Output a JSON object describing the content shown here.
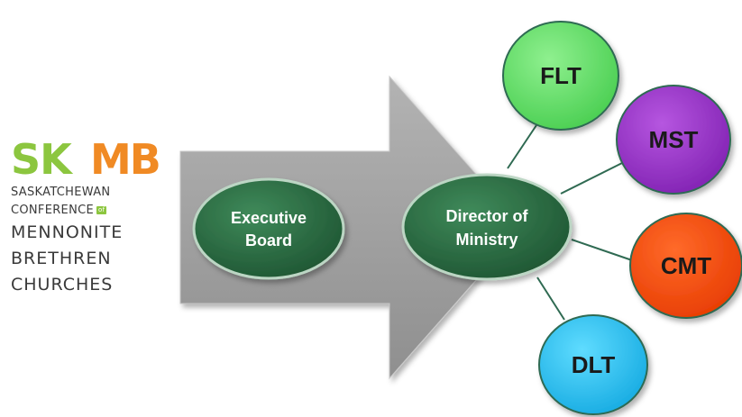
{
  "logo": {
    "mark_left": "SK",
    "mark_right": "MB",
    "line1": "SASKATCHEWAN",
    "line2": "CONFERENCE",
    "line2_badge": "of",
    "line3": "MENNONITE",
    "line4": "BRETHREN",
    "line5": "CHURCHES"
  },
  "nodes": {
    "executive_board": {
      "line1": "Executive",
      "line2": "Board",
      "color": "#2e6e45"
    },
    "director": {
      "line1": "Director of",
      "line2": "Ministry",
      "color": "#2e6e45"
    },
    "flt": {
      "label": "FLT",
      "color": "#66e06a"
    },
    "mst": {
      "label": "MST",
      "color": "#9932cc"
    },
    "cmt": {
      "label": "CMT",
      "color": "#ff4500"
    },
    "dlt": {
      "label": "DLT",
      "color": "#1fc3f0"
    }
  },
  "colors": {
    "arrow": "#a6a6a6",
    "connector": "#2f6a52",
    "logo_green": "#8cc63f",
    "logo_blue": "#2a9fd6",
    "logo_orange": "#f08a24"
  }
}
